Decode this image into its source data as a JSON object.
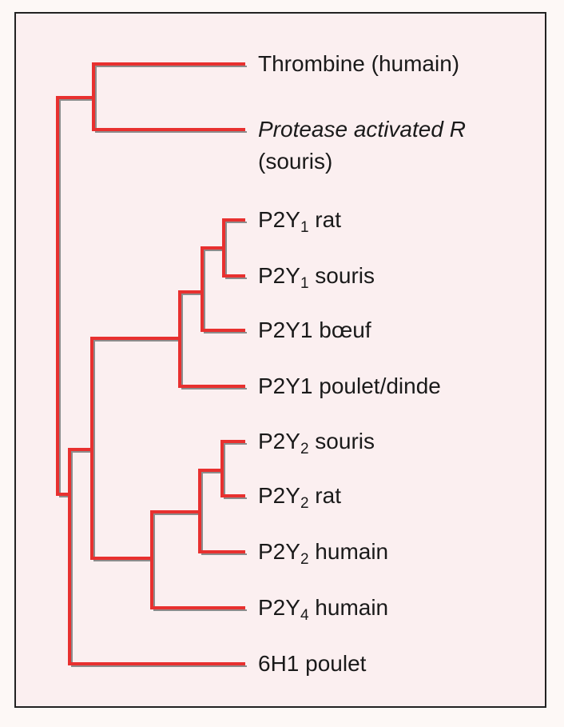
{
  "tree": {
    "leaves": [
      {
        "id": "thrombine",
        "parts": [
          {
            "text": "Thrombine (humain)"
          }
        ]
      },
      {
        "id": "par",
        "parts": [
          {
            "text": "Protease activated R",
            "italic": true
          }
        ],
        "line2": "(souris)"
      },
      {
        "id": "p2y1-rat",
        "parts": [
          {
            "text": "P2Y"
          },
          {
            "text": "1",
            "sub": true
          },
          {
            "text": " rat"
          }
        ]
      },
      {
        "id": "p2y1-souris",
        "parts": [
          {
            "text": "P2Y"
          },
          {
            "text": "1",
            "sub": true
          },
          {
            "text": " souris"
          }
        ]
      },
      {
        "id": "p2y1-boeuf",
        "parts": [
          {
            "text": "P2Y1 bœuf"
          }
        ]
      },
      {
        "id": "p2y1-poulet-dinde",
        "parts": [
          {
            "text": "P2Y1 poulet/dinde"
          }
        ]
      },
      {
        "id": "p2y2-souris",
        "parts": [
          {
            "text": "P2Y"
          },
          {
            "text": "2",
            "sub": true
          },
          {
            "text": " souris"
          }
        ]
      },
      {
        "id": "p2y2-rat",
        "parts": [
          {
            "text": "P2Y"
          },
          {
            "text": "2",
            "sub": true
          },
          {
            "text": " rat"
          }
        ]
      },
      {
        "id": "p2y2-humain",
        "parts": [
          {
            "text": "P2Y"
          },
          {
            "text": "2",
            "sub": true
          },
          {
            "text": " humain"
          }
        ]
      },
      {
        "id": "p2y4-humain",
        "parts": [
          {
            "text": "P2Y"
          },
          {
            "text": "4",
            "sub": true
          },
          {
            "text": " humain"
          }
        ]
      },
      {
        "id": "6h1-poulet",
        "parts": [
          {
            "text": "6H1 poulet"
          }
        ]
      }
    ],
    "colors": {
      "branch": "#e8302f",
      "shadow": "#8c8c8c",
      "panel": "#fbeff0",
      "text": "#1a1a1a"
    }
  }
}
